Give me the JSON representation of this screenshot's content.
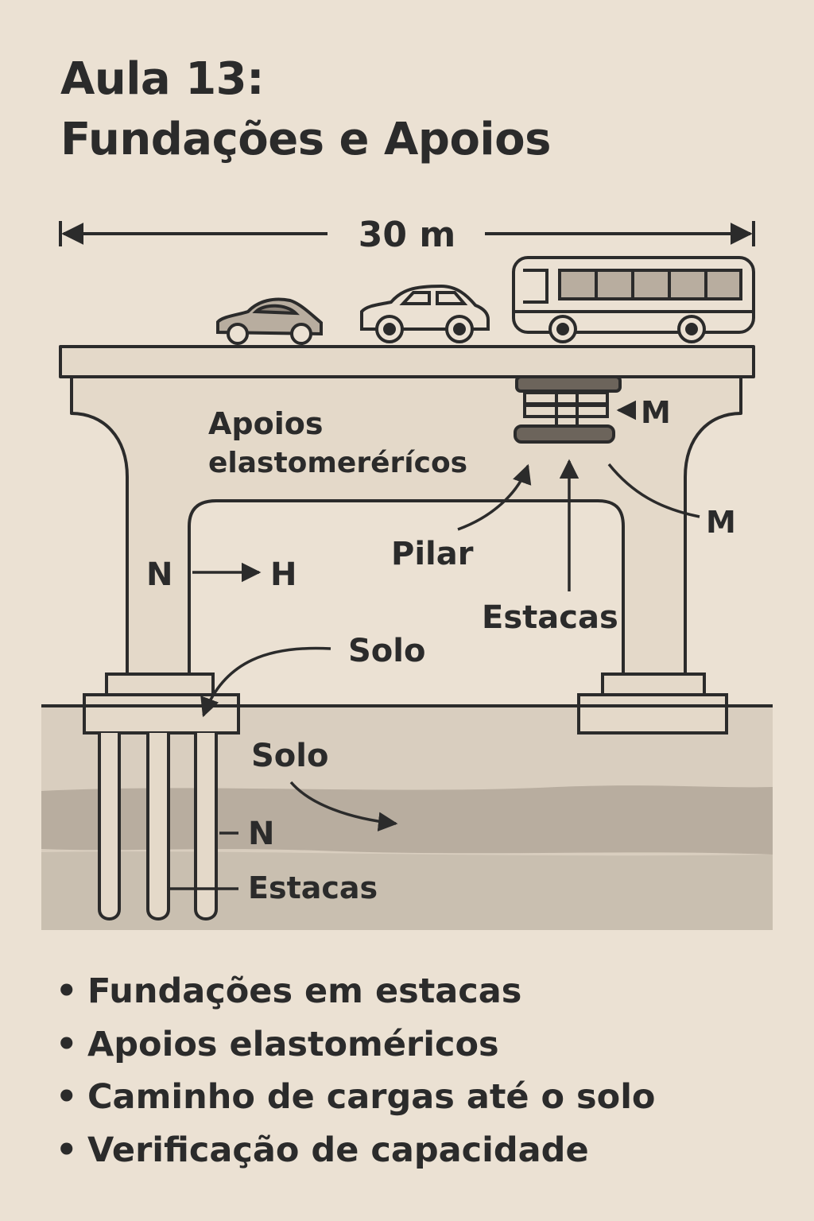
{
  "title": {
    "line1": "Aula 13:",
    "line2": "Fundações e Apoios"
  },
  "diagram": {
    "span_label": "30 m",
    "labels": {
      "apoios_line1": "Apoios",
      "apoios_line2": "elastomerérícos",
      "moment_top": "M",
      "moment_right": "M",
      "pilar": "Pilar",
      "estacas_upper": "Estacas",
      "normal_force": "N",
      "horizontal_force": "H",
      "solo_upper": "Solo",
      "solo_lower": "Solo",
      "normal_pile": "N",
      "estacas_lower": "Estacas"
    },
    "colors": {
      "background": "#ebe1d3",
      "structure_fill": "#e4d9c9",
      "line": "#2b2b2b",
      "soil_light": "#d9cebf",
      "soil_dark": "#b8ad9f",
      "bearing_dark": "#6c645b"
    },
    "icons": [
      "car-icon",
      "sedan-icon",
      "bus-icon"
    ]
  },
  "bullets": [
    "Fundações em estacas",
    "Apoios elastoméricos",
    "Caminho de cargas até o solo",
    "Verificação de capacidade"
  ]
}
